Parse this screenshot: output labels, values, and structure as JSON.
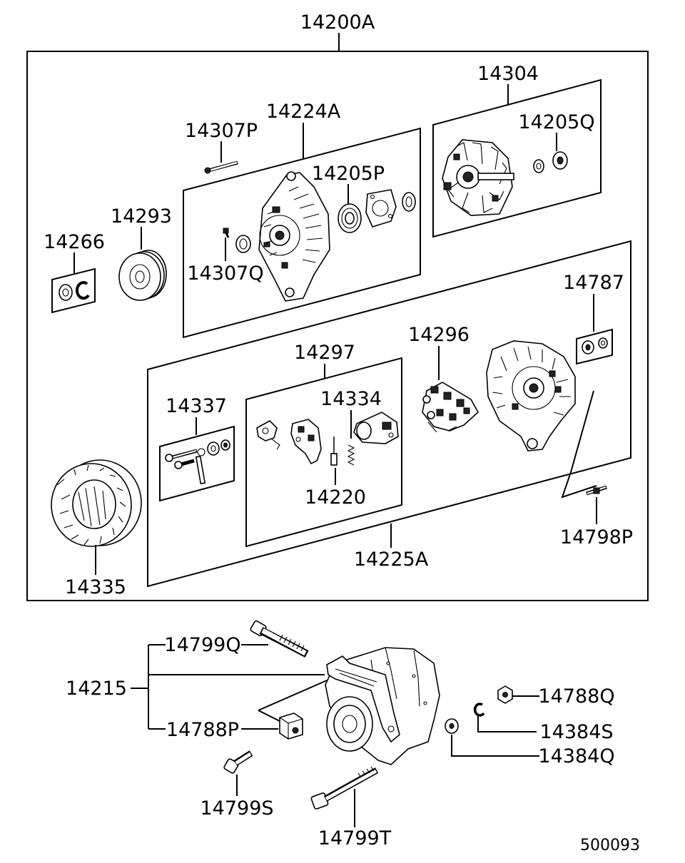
{
  "diagram": {
    "assembly_label": "14200A",
    "labels": {
      "p14224A": "14224A",
      "p14307P": "14307P",
      "p14205P": "14205P",
      "p14307Q": "14307Q",
      "p14304": "14304",
      "p14205Q": "14205Q",
      "p14293": "14293",
      "p14266": "14266",
      "p14787": "14787",
      "p14296": "14296",
      "p14297": "14297",
      "p14334": "14334",
      "p14220": "14220",
      "p14337": "14337",
      "p14225A": "14225A",
      "p14798P": "14798P",
      "p14335": "14335",
      "p14215": "14215",
      "p14799Q": "14799Q",
      "p14788P": "14788P",
      "p14799S": "14799S",
      "p14799T": "14799T",
      "p14788Q": "14788Q",
      "p14384S": "14384S",
      "p14384Q": "14384Q"
    },
    "diagram_code": "500093"
  }
}
